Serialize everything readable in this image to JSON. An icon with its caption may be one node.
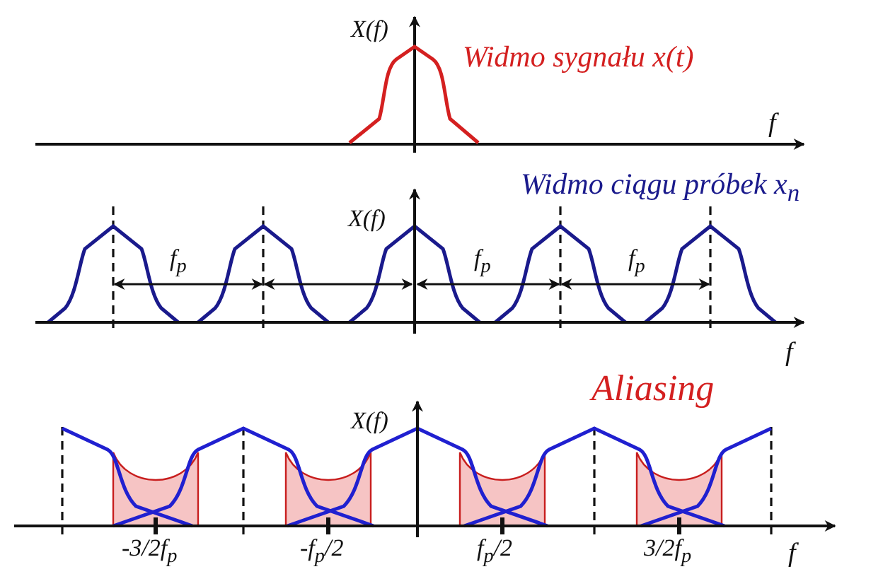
{
  "diagram": {
    "labels": [
      "X(f)",
      "Widmo sygnału x(t)",
      "f",
      "Widmo ciągu próbek x$_{n}$",
      "X(f)",
      "f$_{p}$",
      "f$_{p}$",
      "f$_{p}$",
      "f",
      "Aliasing",
      "X(f)",
      "-3/2f$_{p}$",
      "-f$_{p}$/2",
      "f$_{p}$/2",
      "3/2f$_{p}$",
      "f"
    ]
  }
}
